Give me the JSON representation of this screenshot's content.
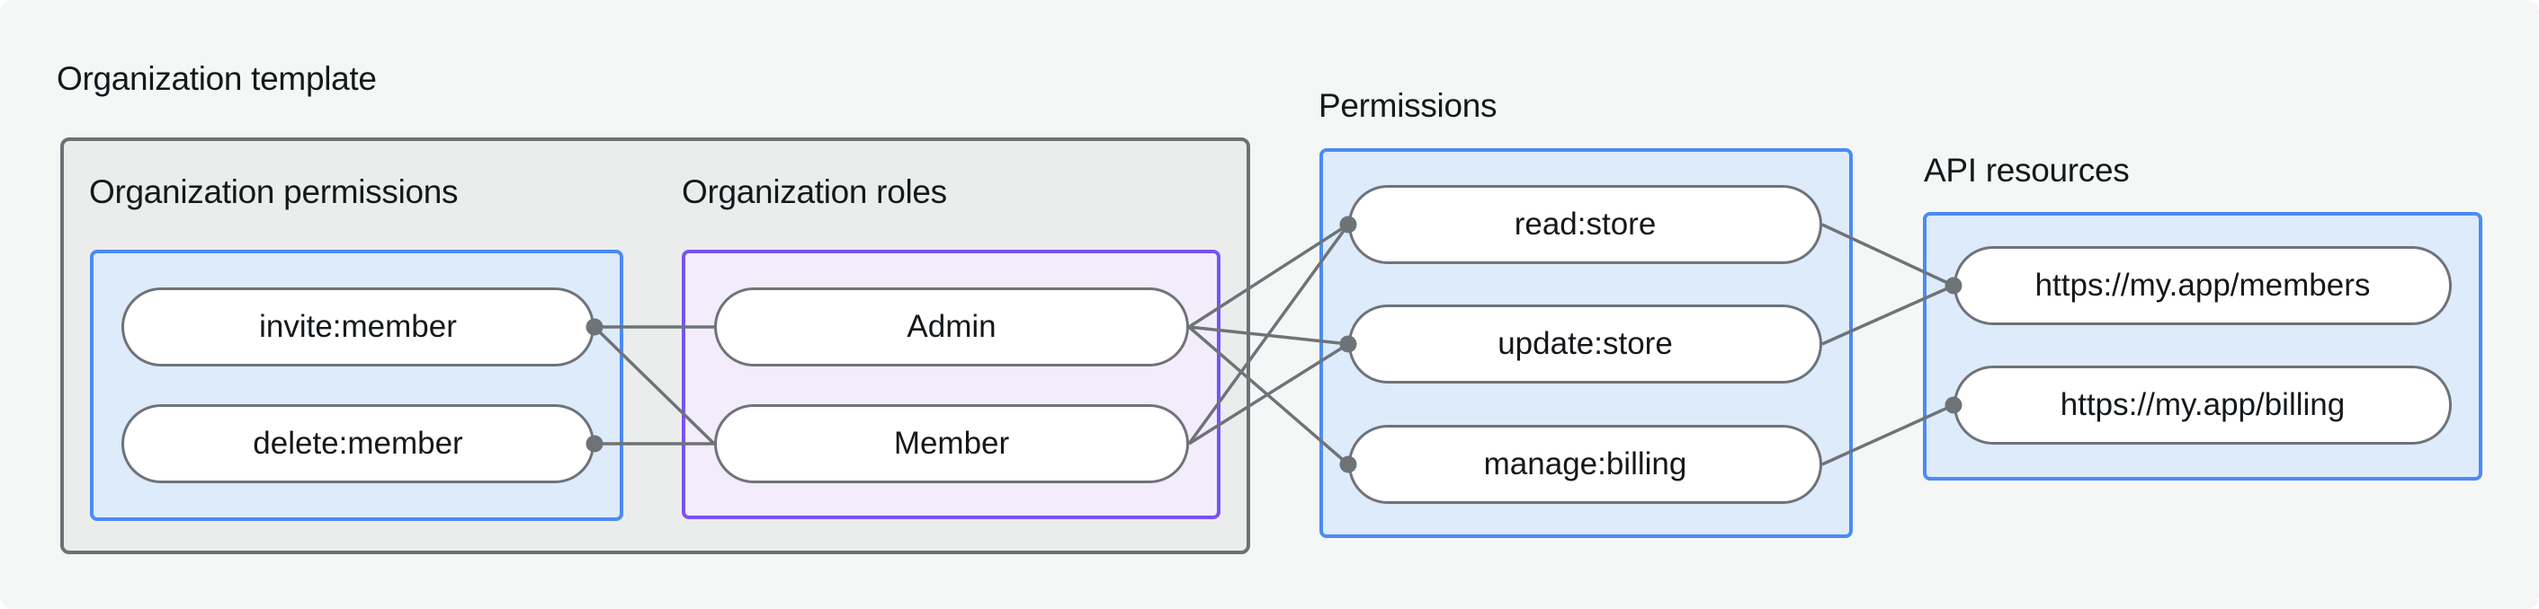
{
  "page": {
    "title": "Organization template"
  },
  "groups": {
    "org_permissions": {
      "label": "Organization permissions",
      "pills": [
        {
          "id": "invite",
          "label": "invite:member"
        },
        {
          "id": "delete",
          "label": "delete:member"
        }
      ]
    },
    "org_roles": {
      "label": "Organization roles",
      "pills": [
        {
          "id": "admin",
          "label": "Admin"
        },
        {
          "id": "member",
          "label": "Member"
        }
      ]
    },
    "permissions": {
      "label": "Permissions",
      "pills": [
        {
          "id": "read",
          "label": "read:store"
        },
        {
          "id": "update",
          "label": "update:store"
        },
        {
          "id": "manage",
          "label": "manage:billing"
        }
      ]
    },
    "api_resources": {
      "label": "API resources",
      "pills": [
        {
          "id": "members_url",
          "label": "https://my.app/members"
        },
        {
          "id": "billing_url",
          "label": "https://my.app/billing"
        }
      ]
    }
  },
  "connections": [
    {
      "from": "invite",
      "to": "admin"
    },
    {
      "from": "invite",
      "to": "member"
    },
    {
      "from": "delete",
      "to": "member"
    },
    {
      "from": "admin",
      "to": "read"
    },
    {
      "from": "admin",
      "to": "update"
    },
    {
      "from": "admin",
      "to": "manage"
    },
    {
      "from": "member",
      "to": "read"
    },
    {
      "from": "member",
      "to": "update"
    },
    {
      "from": "read",
      "to": "members_url"
    },
    {
      "from": "update",
      "to": "members_url"
    },
    {
      "from": "manage",
      "to": "billing_url"
    }
  ],
  "dots": [
    {
      "node": "invite",
      "side": "right"
    },
    {
      "node": "delete",
      "side": "right"
    },
    {
      "node": "read",
      "side": "left"
    },
    {
      "node": "update",
      "side": "left"
    },
    {
      "node": "manage",
      "side": "left"
    },
    {
      "node": "members_url",
      "side": "left"
    },
    {
      "node": "billing_url",
      "side": "left"
    }
  ],
  "colors": {
    "bg": "#f5f7f6",
    "text": "#15181b",
    "outer_box_fill": "#ebedec",
    "outer_box_border": "#6d7176",
    "blue_box_fill": "#ddebfb",
    "blue_box_border": "#4b8bf5",
    "purple_box_fill": "#f2ecfb",
    "purple_box_border": "#7a52f4",
    "pill_fill": "#ffffff",
    "pill_border": "#6e7379",
    "connector": "#6e7378"
  }
}
